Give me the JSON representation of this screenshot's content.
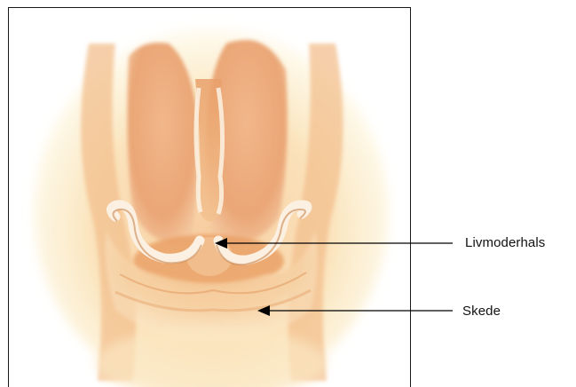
{
  "labels": {
    "cervix": "Livmoderhals",
    "vagina": "Skede"
  },
  "icons": {
    "illustration": "uterus-cervix-vagina-illustration",
    "arrow": "arrow-left-icon"
  },
  "colors": {
    "frame_border": "#1a1a1a",
    "tissue_light": "#f6c9a0",
    "tissue_mid": "#eaa878",
    "tissue_dark": "#d98a4e",
    "glow_yellow": "#fbe7a6",
    "lining": "#fbf0e2",
    "arrow": "#000000",
    "text": "#111111"
  }
}
